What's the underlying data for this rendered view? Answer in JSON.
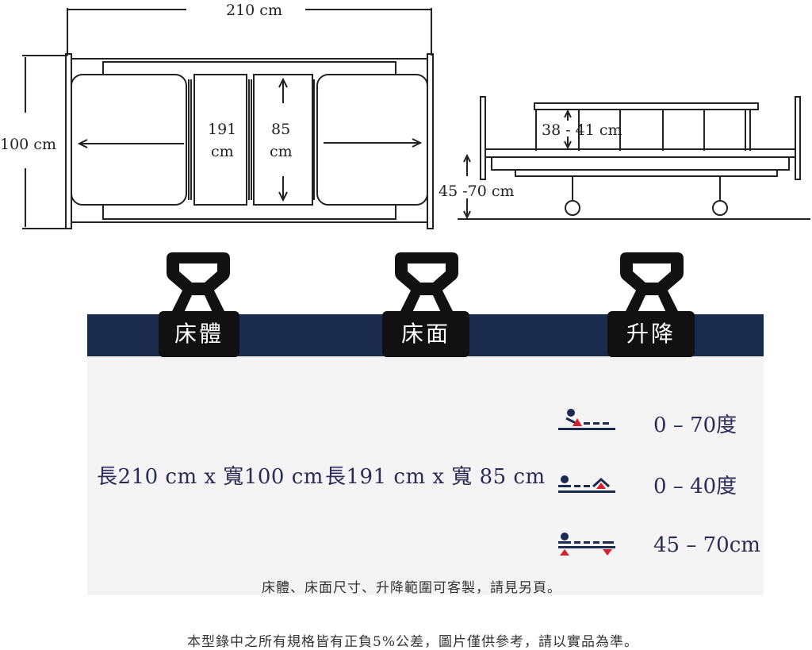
{
  "top_view": {
    "length_label": "210 cm",
    "width_label": "100 cm",
    "surface_length_num": "191",
    "surface_length_unit": "cm",
    "surface_width_num": "85",
    "surface_width_unit": "cm"
  },
  "side_view": {
    "rail_height_label": "38 - 41 cm",
    "lift_height_label": "45 -70 cm"
  },
  "tags": {
    "frame": "床體",
    "surface": "床面",
    "lift": "升降"
  },
  "specs": {
    "frame_size": "長210 cm x 寬100 cm",
    "surface_size": "長191 cm x 寬 85 cm"
  },
  "lift_rows": [
    {
      "icon": "backrest-lift-icon",
      "value": "0 – 70度"
    },
    {
      "icon": "leg-lift-icon",
      "value": "0 – 40度"
    },
    {
      "icon": "height-lift-icon",
      "value": "45 – 70cm"
    }
  ],
  "custom_note": "床體、床面尺寸、升降範圍可客製，請見另頁。",
  "footer_note": "本型錄中之所有規格皆有正負5%公差，圖片僅供參考，請以實品為準。",
  "colors": {
    "band": "#1b2b4e",
    "panel": "#f4f4f4",
    "tag": "#111111",
    "icon_blue": "#1b2b4e",
    "icon_red": "#d6202e"
  }
}
